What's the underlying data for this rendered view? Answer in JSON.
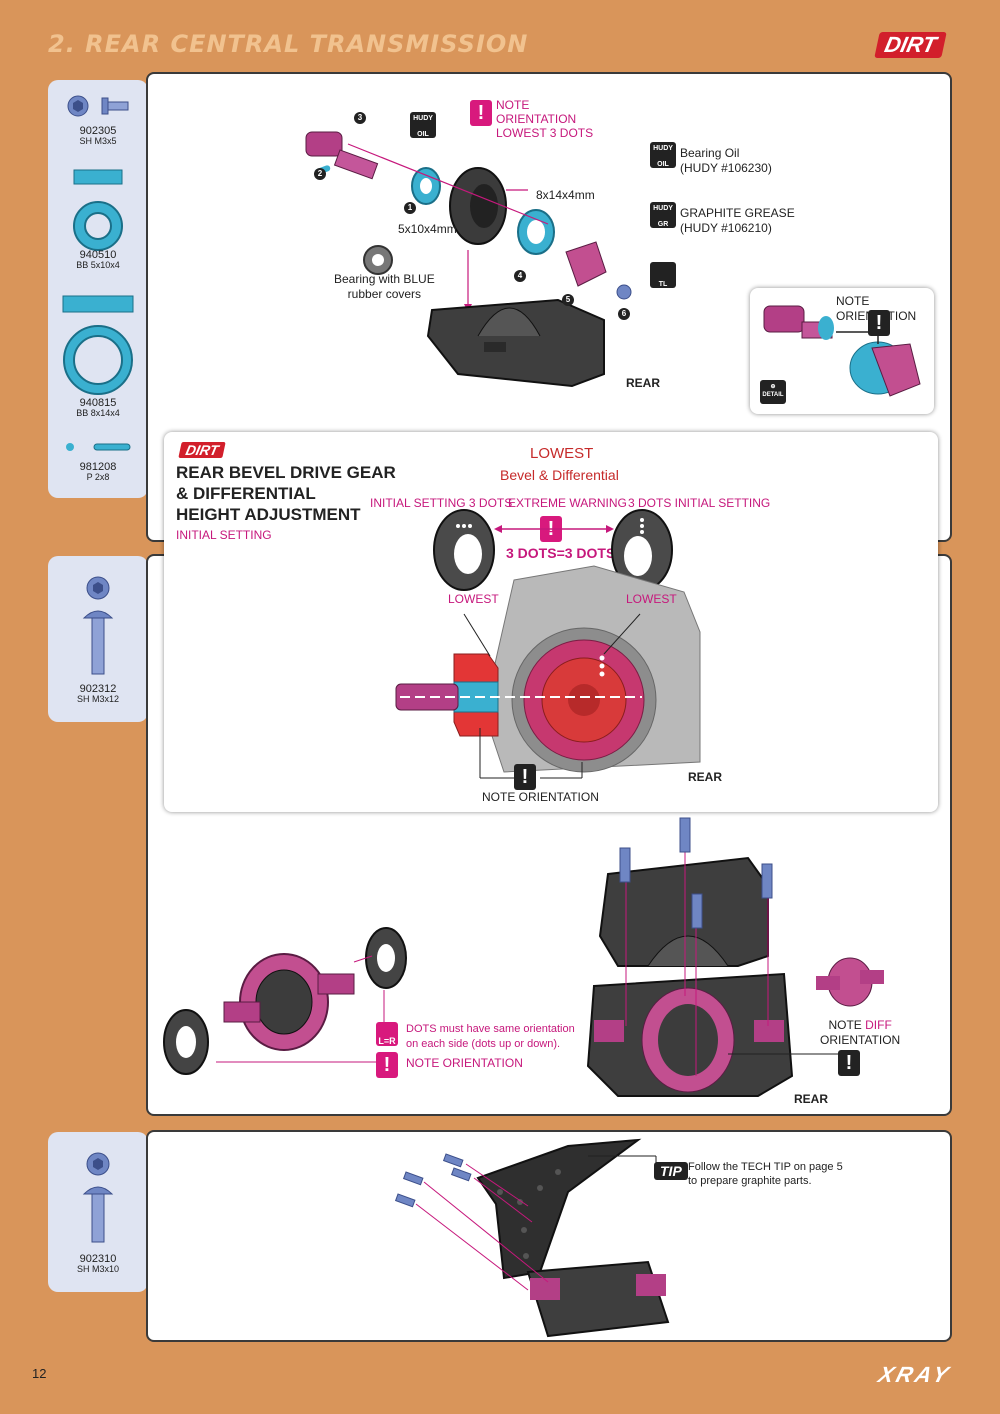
{
  "header": {
    "title": "2. REAR CENTRAL TRANSMISSION",
    "brand": "DIRT"
  },
  "parts_sidebars": [
    {
      "items": [
        {
          "code": "902305",
          "desc": "SH M3x5"
        },
        {
          "code": "940510",
          "desc": "BB 5x10x4"
        },
        {
          "code": "940815",
          "desc": "BB 8x14x4"
        },
        {
          "code": "981208",
          "desc": "P 2x8"
        }
      ]
    },
    {
      "items": [
        {
          "code": "902312",
          "desc": "SH M3x12"
        }
      ]
    },
    {
      "items": [
        {
          "code": "902310",
          "desc": "SH M3x10"
        }
      ]
    }
  ],
  "step1": {
    "note_line1": "NOTE",
    "note_line2": "ORIENTATION",
    "note_line3": "LOWEST 3 DOTS",
    "bearing_oil": "Bearing Oil",
    "bearing_oil_ref": "(HUDY #106230)",
    "graphite_grease": "GRAPHITE GREASE",
    "graphite_ref": "(HUDY #106210)",
    "size_8x14": "8x14x4mm",
    "size_5x10": "5x10x4mm",
    "blue_bearing_line1": "Bearing with BLUE",
    "blue_bearing_line2": "rubber covers",
    "hudy_label": "HUDY",
    "oil_label": "OIL",
    "gr_label": "GR",
    "tl_label": "TL",
    "numbers": [
      "1",
      "2",
      "3",
      "4",
      "5",
      "6"
    ],
    "rear": "REAR",
    "detail_note": "NOTE ORIENTATION",
    "detail_label": "DETAIL"
  },
  "inset": {
    "brand": "DIRT",
    "heading_line1": "REAR BEVEL DRIVE GEAR",
    "heading_line2": "& DIFFERENTIAL",
    "heading_line3": "HEIGHT ADJUSTMENT",
    "initial_setting": "INITIAL SETTING",
    "lowest_title": "LOWEST",
    "lowest_sub": "Bevel & Differential",
    "left_setting": "INITIAL SETTING  3 DOTS",
    "extreme_warning": "EXTREME WARNING",
    "right_setting": "3 DOTS  INITIAL SETTING",
    "dots_equal": "3 DOTS=3 DOTS",
    "lowest_left": "LOWEST",
    "lowest_right": "LOWEST",
    "note_orientation": "NOTE ORIENTATION",
    "rear": "REAR"
  },
  "step2": {
    "dots_line1": "DOTS must have same orientation",
    "dots_line2": "on each side (dots up or down).",
    "lr_label": "L=R",
    "note_orientation": "NOTE ORIENTATION",
    "note_prefix": "NOTE ",
    "note_diff": "DIFF",
    "orientation": "ORIENTATION",
    "rear": "REAR"
  },
  "step3": {
    "tip_label": "TIP",
    "tip_line1": "Follow the TECH TIP on page 5",
    "tip_line2": "to prepare graphite parts."
  },
  "footer": {
    "page_number": "12",
    "logo": "XRAY"
  },
  "colors": {
    "background": "#d9955a",
    "magenta": "#c6187c",
    "red": "#c62a2a",
    "blue_part": "#3ab0d0",
    "brand_red": "#d21f2b"
  }
}
